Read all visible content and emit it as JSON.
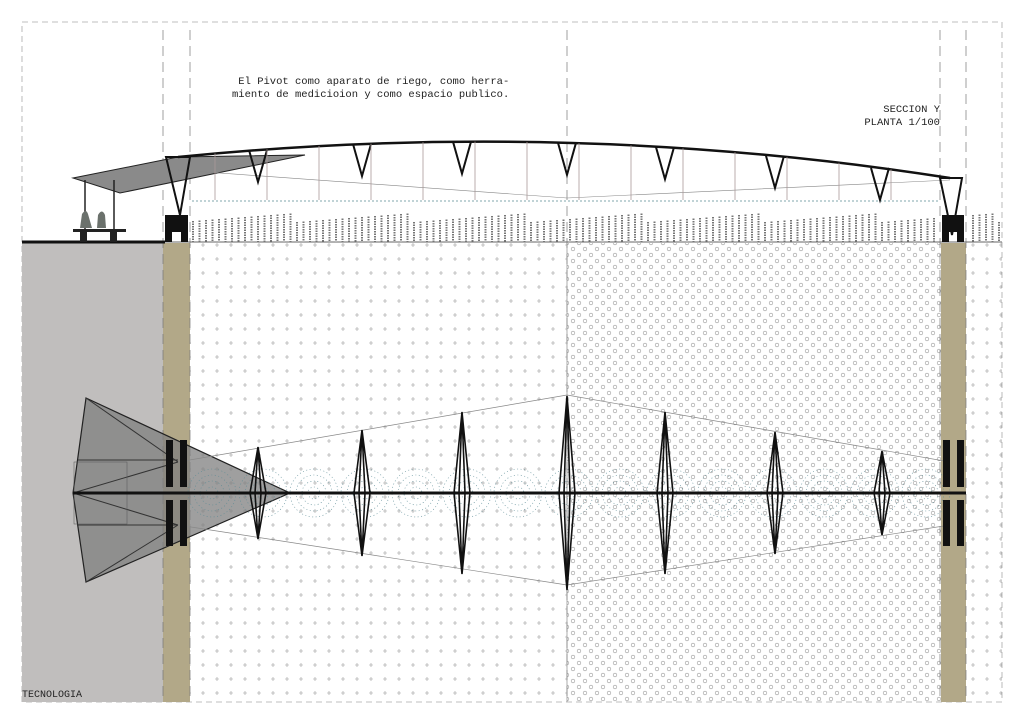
{
  "title_lines": [
    "El Pivot como aparato de riego, como herra-",
    "miento de medicioion y como espacio publico."
  ],
  "scale_lines": [
    "SECCION Y",
    "PLANTA 1/100"
  ],
  "footer_label": "TECNOLOGIA",
  "colors": {
    "ground_gray": "#c0bebd",
    "column_tan": "#b2a888",
    "canopy_gray": "#8a8a8a",
    "line": "#111111",
    "spray": "#5a8a94"
  }
}
